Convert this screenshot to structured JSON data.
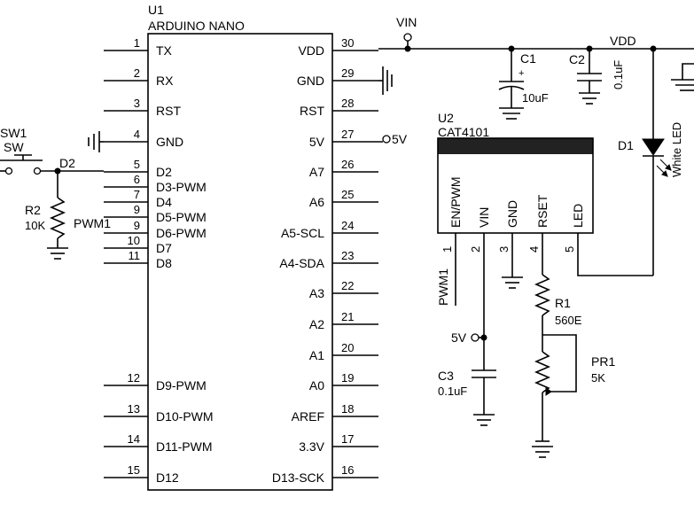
{
  "u1": {
    "ref": "U1",
    "part": "ARDUINO NANO",
    "left_pins": [
      {
        "num": "1",
        "name": "TX"
      },
      {
        "num": "2",
        "name": "RX"
      },
      {
        "num": "3",
        "name": "RST"
      },
      {
        "num": "4",
        "name": "GND"
      },
      {
        "num": "5",
        "name": "D2"
      },
      {
        "num": "6",
        "name": "D3-PWM"
      },
      {
        "num": "7",
        "name": "D4"
      },
      {
        "num": "9",
        "name": "D5-PWM"
      },
      {
        "num": "9",
        "name": "D6-PWM"
      },
      {
        "num": "10",
        "name": "D7"
      },
      {
        "num": "11",
        "name": "D8"
      },
      {
        "num": "12",
        "name": "D9-PWM"
      },
      {
        "num": "13",
        "name": "D10-PWM"
      },
      {
        "num": "14",
        "name": "D11-PWM"
      },
      {
        "num": "15",
        "name": "D12"
      }
    ],
    "right_pins": [
      {
        "num": "30",
        "name": "VDD"
      },
      {
        "num": "29",
        "name": "GND"
      },
      {
        "num": "28",
        "name": "RST"
      },
      {
        "num": "27",
        "name": "5V"
      },
      {
        "num": "26",
        "name": "A7"
      },
      {
        "num": "25",
        "name": "A6"
      },
      {
        "num": "24",
        "name": "A5-SCL"
      },
      {
        "num": "23",
        "name": "A4-SDA"
      },
      {
        "num": "22",
        "name": "A3"
      },
      {
        "num": "21",
        "name": "A2"
      },
      {
        "num": "20",
        "name": "A1"
      },
      {
        "num": "19",
        "name": "A0"
      },
      {
        "num": "18",
        "name": "AREF"
      },
      {
        "num": "17",
        "name": "3.3V"
      },
      {
        "num": "16",
        "name": "D13-SCK"
      }
    ]
  },
  "u2": {
    "ref": "U2",
    "part": "CAT4101",
    "pins": [
      {
        "num": "1",
        "name": "EN/PWM"
      },
      {
        "num": "2",
        "name": "VIN"
      },
      {
        "num": "3",
        "name": "GND"
      },
      {
        "num": "4",
        "name": "RSET"
      },
      {
        "num": "5",
        "name": "LED"
      }
    ]
  },
  "nets": {
    "vin": "VIN",
    "vdd": "VDD",
    "five_v_u1": "5V",
    "five_v_c3": "5V",
    "d2": "D2",
    "pwm1_u1": "PWM1",
    "pwm1_u2": "PWM1"
  },
  "components": {
    "sw1_ref": "SW1",
    "sw1_val": "SW",
    "r2_ref": "R2",
    "r2_val": "10K",
    "c1_ref": "C1",
    "c1_plus": "+",
    "c1_val": "10uF",
    "c2_ref": "C2",
    "c2_val": "0.1uF",
    "c3_ref": "C3",
    "c3_val": "0.1uF",
    "r1_ref": "R1",
    "r1_val": "560E",
    "pr1_ref": "PR1",
    "pr1_val": "5K",
    "d1_ref": "D1",
    "d1_val": "White LED"
  }
}
